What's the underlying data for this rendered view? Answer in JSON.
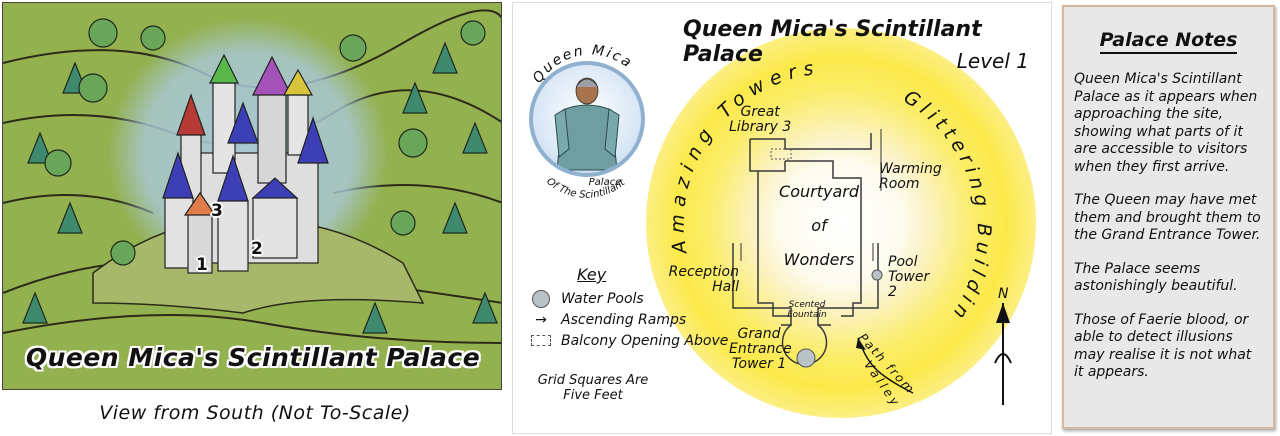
{
  "view": {
    "title": "Queen Mica's Scintillant Palace",
    "caption": "View from South (Not To-Scale)",
    "tower_numbers": [
      "1",
      "2",
      "3"
    ],
    "colors": {
      "grass": "#8fae4e",
      "glow": "#a9c8d8",
      "walls": "#dcdcdc",
      "blue_roof": "#3c3fb5",
      "red_roof": "#b63a35",
      "purple_roof": "#a552b8",
      "green_roof": "#58b84a",
      "yellow_roof": "#d8c43a",
      "orange_roof": "#e07b4a"
    }
  },
  "plan": {
    "title": "Queen Mica's Scintillant Palace",
    "level": "Level 1",
    "portrait": {
      "top_text": "Queen Mica",
      "bottom_text_1": "Of The Scintillant",
      "bottom_text_2": "Palace"
    },
    "arc_left": "Amazing Towers",
    "arc_right": "Glittering Buildings",
    "rooms": {
      "library_1": "Great",
      "library_2": "Library 3",
      "warming_1": "Warming",
      "warming_2": "Room",
      "courtyard_1": "Courtyard",
      "courtyard_2": "of",
      "courtyard_3": "Wonders",
      "reception_1": "Reception",
      "reception_2": "Hall",
      "pool_1": "Pool",
      "pool_2": "Tower",
      "pool_3": "2",
      "fountain_1": "Scented",
      "fountain_2": "Fountain",
      "entrance_1": "Grand",
      "entrance_2": "Entrance",
      "entrance_3": "Tower 1"
    },
    "path": {
      "line1": "Path from",
      "line2": "Valley"
    },
    "compass": "N",
    "key": {
      "title": "Key",
      "items": [
        {
          "symbol": "pool",
          "label": "Water Pools"
        },
        {
          "symbol": "arrow",
          "label": "Ascending Ramps"
        },
        {
          "symbol": "balcony",
          "label": "Balcony Opening Above"
        }
      ]
    },
    "grid_note_1": "Grid Squares Are",
    "grid_note_2": "Five Feet"
  },
  "notes": {
    "title": "Palace Notes",
    "paragraphs": [
      "Queen Mica's Scintillant Palace as it appears when approaching the site, showing what parts of it are accessible to visitors when they first arrive.",
      "The Queen may have met them and brought them to the Grand Entrance Tower.",
      "The Palace seems astonishingly beautiful.",
      "Those of Faerie blood, or able to detect illusions may realise it is not what it appears."
    ]
  }
}
